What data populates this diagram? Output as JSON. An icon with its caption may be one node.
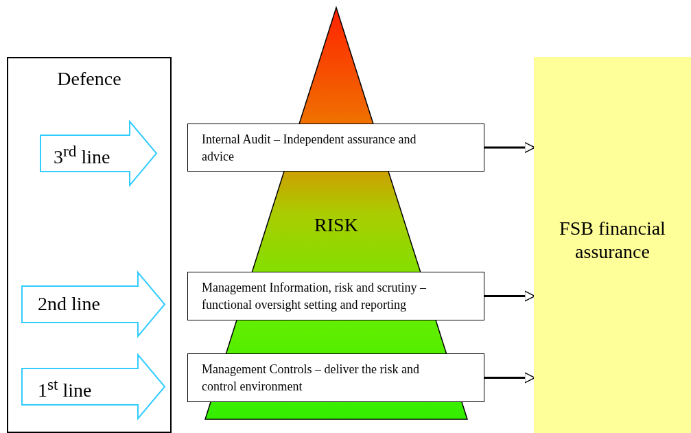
{
  "diagram": {
    "nodes": [
      {
        "text": [
          "Defence"
        ]
      },
      {
        "text": [
          "3$^{rd}$ line"
        ],
        "in": 0
      },
      {
        "text": [
          "2nd line"
        ],
        "in": 0
      },
      {
        "text": [
          "1$^{st}$ line"
        ],
        "in": 0
      },
      {
        "text": [
          "RISK"
        ]
      },
      {
        "text": [
          "Internal Audit – Independent assurance and advice"
        ]
      },
      {
        "text": [
          "Management Information, risk and scrutiny – functional oversight setting and reporting"
        ]
      },
      {
        "text": [
          "Management Controls – deliver the risk and control environment"
        ]
      },
      {
        "text": [
          "FSB financial assurance"
        ]
      }
    ],
    "edges": [
      {
        "from": 5,
        "to": 8,
        "arrow": "to"
      },
      {
        "from": 6,
        "to": 8,
        "arrow": "to"
      },
      {
        "from": 7,
        "to": 8,
        "arrow": "to"
      }
    ]
  }
}
